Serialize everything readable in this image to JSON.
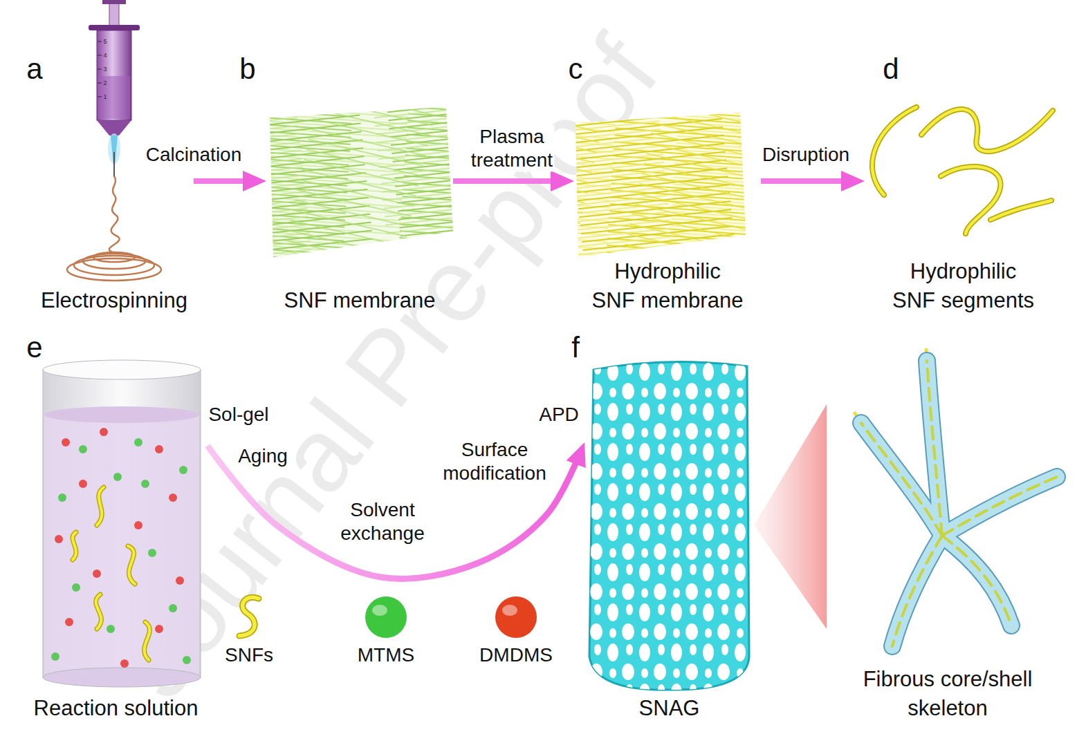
{
  "diagram": {
    "nodes": [
      {
        "text": [
          "Electrospinning"
        ]
      },
      {
        "text": [
          "SNF membrane"
        ]
      },
      {
        "text": [
          "Hydrophilic SNF membrane"
        ]
      },
      {
        "text": [
          "Hydrophilic SNF segments"
        ]
      },
      {
        "text": [
          "Reaction solution"
        ]
      },
      {
        "text": [
          "SNAG"
        ]
      },
      {
        "text": [
          "Fibrous core/shell skeleton"
        ]
      }
    ],
    "edges": [
      {
        "from": 0,
        "to": 1,
        "label": "Calcination",
        "arrow": "to"
      },
      {
        "from": 1,
        "to": 2,
        "label": "Plasma treatment",
        "arrow": "to"
      },
      {
        "from": 2,
        "to": 3,
        "label": "Disruption",
        "arrow": "to"
      },
      {
        "from": 4,
        "to": 5,
        "arrow": "to"
      }
    ],
    "labels": [
      "a",
      "b",
      "c",
      "d",
      "e",
      "f",
      "Sol-gel",
      "Aging",
      "Solvent exchange",
      "Surface modification",
      "APD",
      "5",
      "4",
      "3",
      "2",
      "1",
      "Journal Pre-proof"
    ],
    "legend": [
      {
        "text": "SNFs"
      },
      {
        "text": "MTMS",
        "color": "#3fc63f"
      },
      {
        "text": "DMDMS",
        "color": "#e4411f"
      }
    ]
  }
}
